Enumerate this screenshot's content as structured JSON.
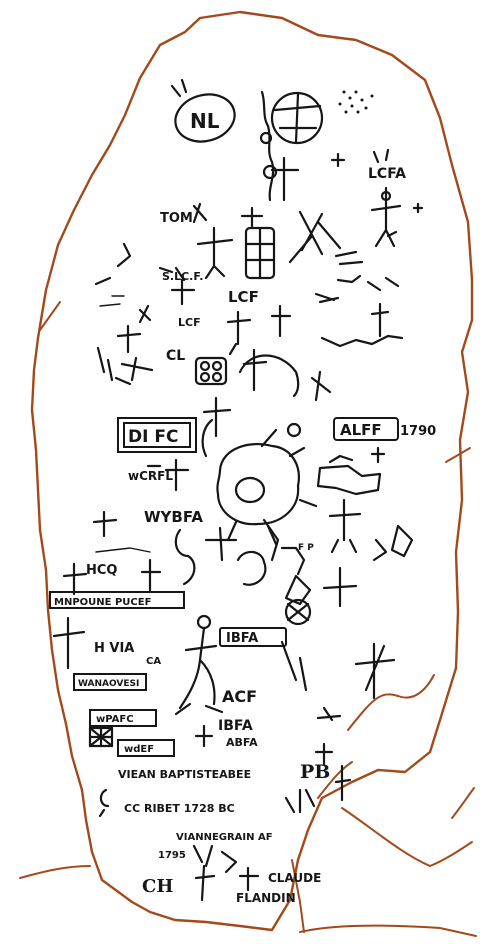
{
  "inscriptions": {
    "nl": "NL",
    "lcfa": "LCFA",
    "tom": "TOM",
    "slcf": "S.LC.F.",
    "lcf": "LCF",
    "lcf_small": "LCF",
    "cl": "CL",
    "di_fc": "DI FC",
    "alff": "ALFF",
    "year_1790": "1790",
    "wcrfl": "wCRFL",
    "wybfa": "WYBFA",
    "hcq": "HCQ",
    "ibfa_boxed": "IBFA",
    "hvia": "H VIA",
    "ca": "CA",
    "acf": "ACF",
    "ibfa": "IBFA",
    "abfa": "ABFA",
    "jean_baptiste": "VIEAN BAPTISTEABEE",
    "pb": "PB",
    "fp": "F P",
    "ribet": "CC RIBET 1728 BC",
    "jannegrain": "VIANNEGRAIN AF",
    "year_1795": "1795",
    "claude": "CLAUDE",
    "flandin": "FLANDIN",
    "ch": "CH",
    "box_left_1": "WANAOVESI",
    "box_left_2": "wPAFC",
    "box_left_3": "wdEF",
    "box_long": "MNPOUNE PUCEF"
  },
  "colors": {
    "ink": "#161616",
    "outline": "#a24a1c",
    "background": "#ffffff"
  }
}
